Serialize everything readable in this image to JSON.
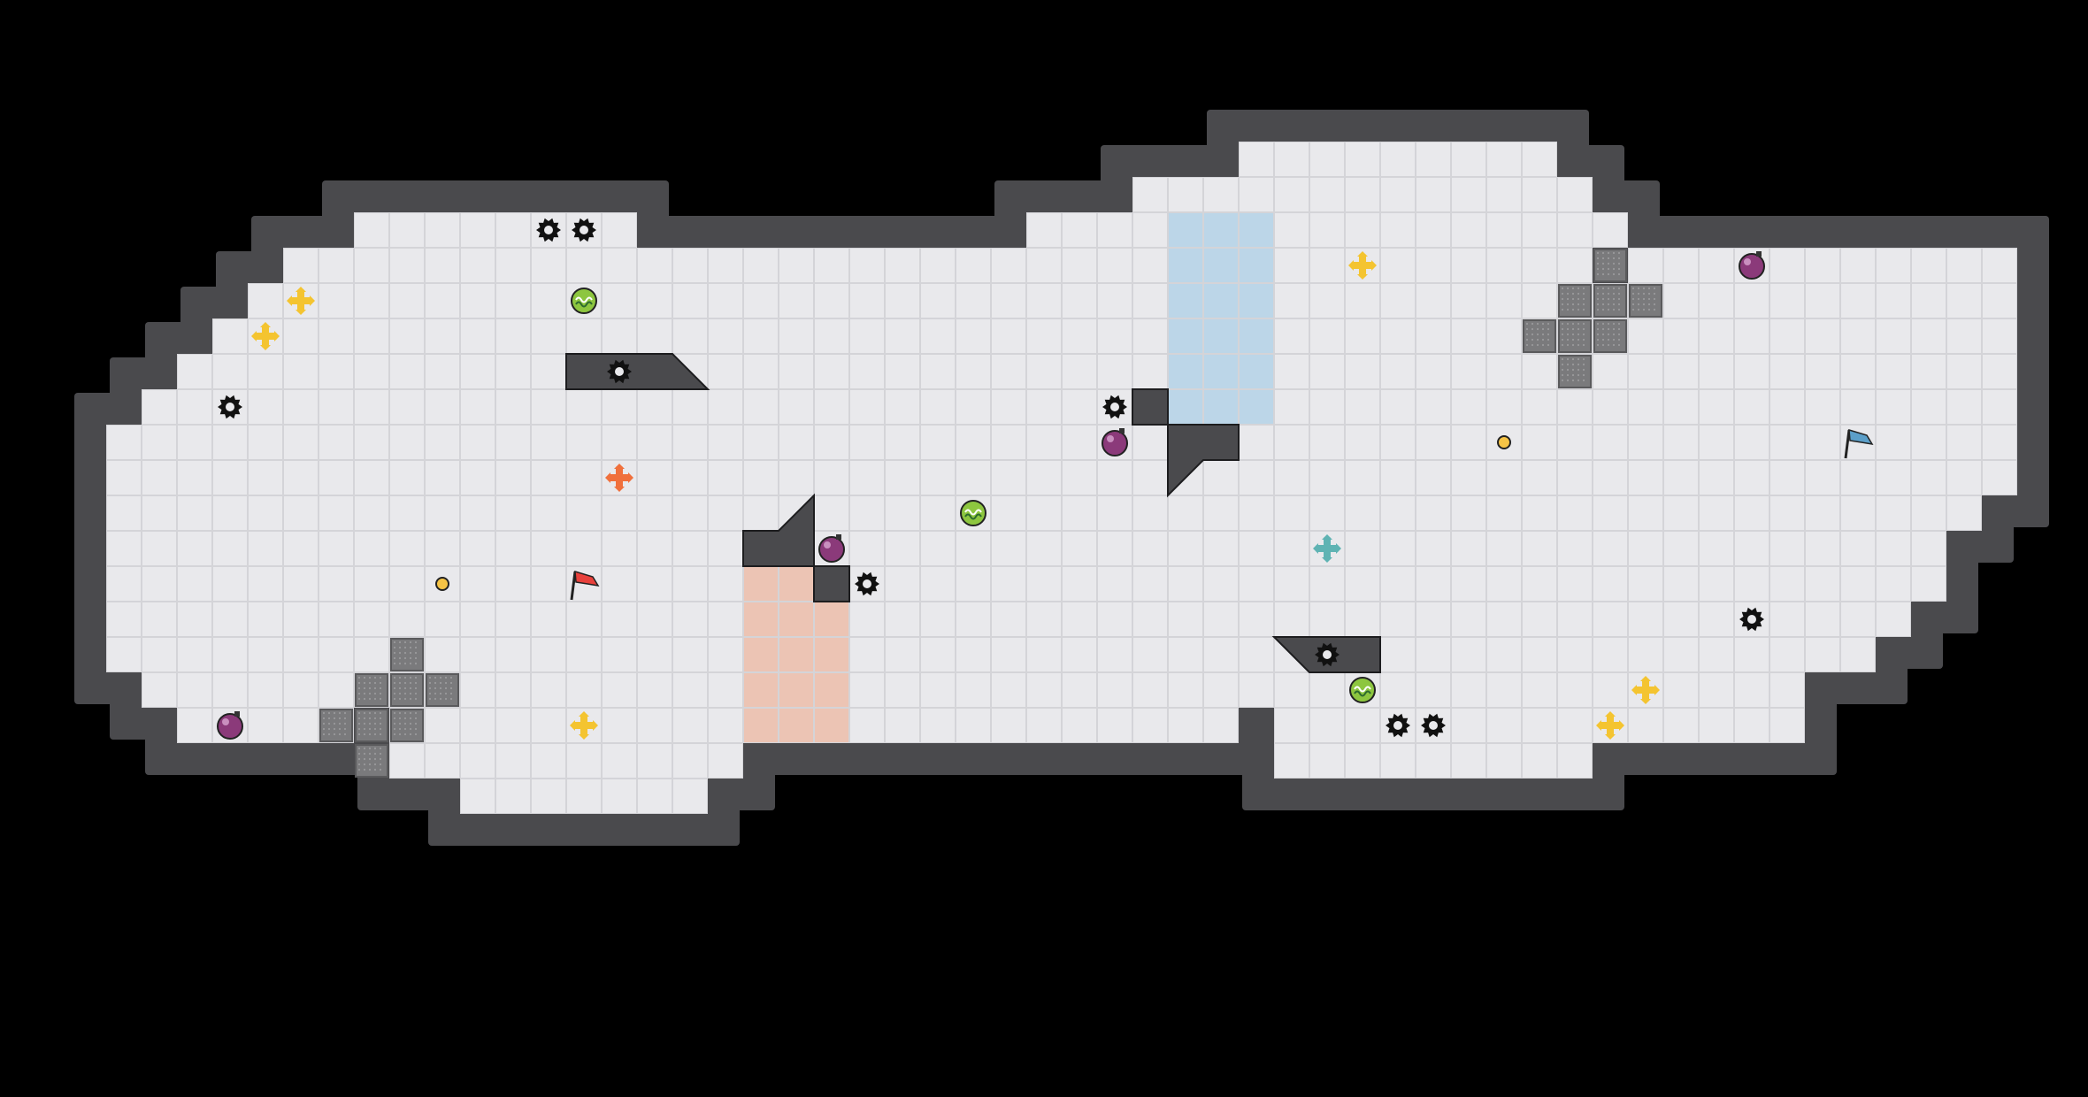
{
  "colors": {
    "background": "#000000",
    "floor": "#e9e9ec",
    "grid": "#d4d4d8",
    "wall": "#4a4a4d",
    "wall_edge": "#1d1d1f",
    "blue_zone": "#bcd6e8",
    "red_zone": "#ecc4b4",
    "bomb_tile": "#7a7a7c",
    "boost_yellow": "#f4c430",
    "boost_red": "#f0703c",
    "boost_teal": "#5fb3b3",
    "powerup_green": "#8dc63f",
    "bomb_purple": "#8b3a7a",
    "flag_red": "#e8413c",
    "flag_blue": "#5b9fc9",
    "token_yellow": "#f6c445",
    "spike": "#111111"
  },
  "level": {
    "red_flag": {
      "type": "flag",
      "team": "red",
      "icon": "red-flag-icon",
      "col": 11,
      "row": 11
    },
    "blue_flag": {
      "type": "flag",
      "team": "blue",
      "icon": "blue-flag-icon",
      "col": 47,
      "row": 7
    }
  },
  "legend_icons": [
    "spike-icon",
    "boost-icon",
    "powerup-icon",
    "bomb-icon",
    "flag-icon",
    "token-icon",
    "bomb-tile-icon"
  ]
}
